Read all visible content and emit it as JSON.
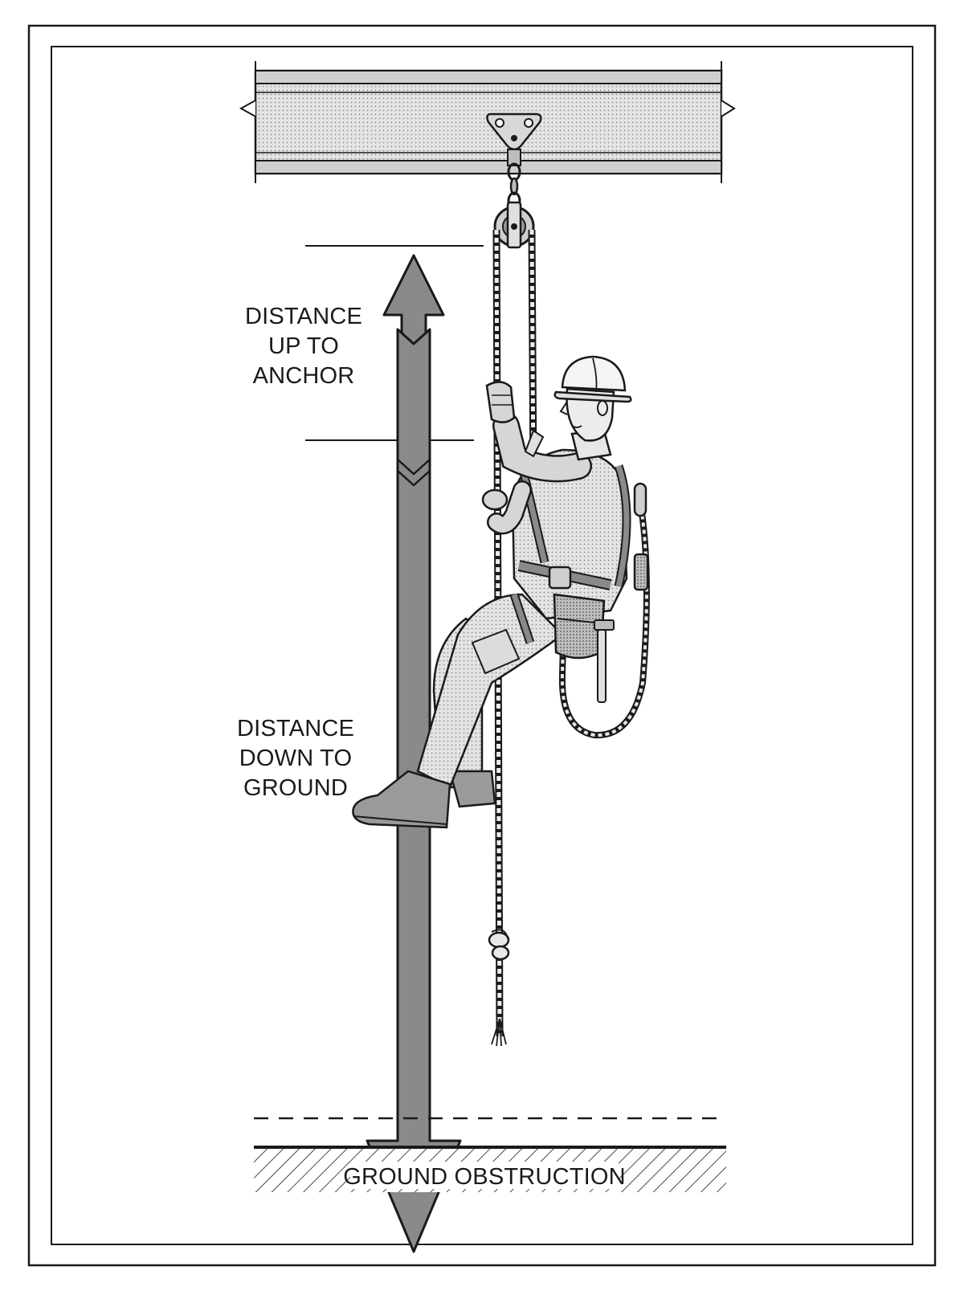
{
  "labels": {
    "up_line1": "DISTANCE",
    "up_line2": "UP TO",
    "up_line3": "ANCHOR",
    "down_line1": "DISTANCE",
    "down_line2": "DOWN TO",
    "down_line3": "GROUND",
    "ground": "GROUND OBSTRUCTION"
  },
  "colors": {
    "ink": "#1a1a1a",
    "arrow_fill": "#8a8a8a",
    "beam_fill": "#cfcfcf",
    "clothing": "#d6d6d6",
    "paper": "#ffffff"
  },
  "icons": {
    "anchor": "anchor-plate-icon",
    "pulley": "pulley-icon",
    "worker": "climbing-worker-icon"
  }
}
